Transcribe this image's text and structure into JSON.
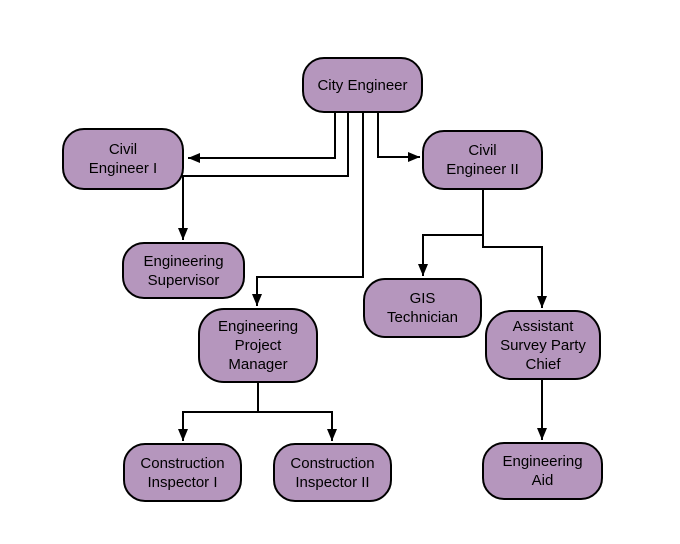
{
  "diagram": {
    "type": "org-chart",
    "colors": {
      "node_fill": "#b596bd",
      "node_border": "#000000",
      "text": "#000000",
      "connector": "#000000",
      "background": "#ffffff"
    },
    "nodes": {
      "city_engineer": {
        "label": "City Engineer"
      },
      "civil_engineer_1": {
        "label": "Civil\nEngineer I"
      },
      "civil_engineer_2": {
        "label": "Civil\nEngineer II"
      },
      "engineering_supervisor": {
        "label": "Engineering\nSupervisor"
      },
      "engineering_project_manager": {
        "label": "Engineering\nProject\nManager"
      },
      "gis_technician": {
        "label": "GIS\nTechnician"
      },
      "assistant_survey_party_chief": {
        "label": "Assistant\nSurvey Party\nChief"
      },
      "construction_inspector_1": {
        "label": "Construction\nInspector I"
      },
      "construction_inspector_2": {
        "label": "Construction\nInspector II"
      },
      "engineering_aid": {
        "label": "Engineering\nAid"
      }
    },
    "edges": [
      {
        "from": "City Engineer",
        "to": "Civil Engineer I"
      },
      {
        "from": "City Engineer",
        "to": "Civil Engineer II"
      },
      {
        "from": "City Engineer",
        "to": "Engineering Supervisor"
      },
      {
        "from": "City Engineer",
        "to": "Engineering Project Manager"
      },
      {
        "from": "Civil Engineer II",
        "to": "GIS Technician"
      },
      {
        "from": "Civil Engineer II",
        "to": "Assistant Survey Party Chief"
      },
      {
        "from": "Engineering Project Manager",
        "to": "Construction Inspector I"
      },
      {
        "from": "Engineering Project Manager",
        "to": "Construction Inspector II"
      },
      {
        "from": "Assistant Survey Party Chief",
        "to": "Engineering Aid"
      }
    ]
  }
}
